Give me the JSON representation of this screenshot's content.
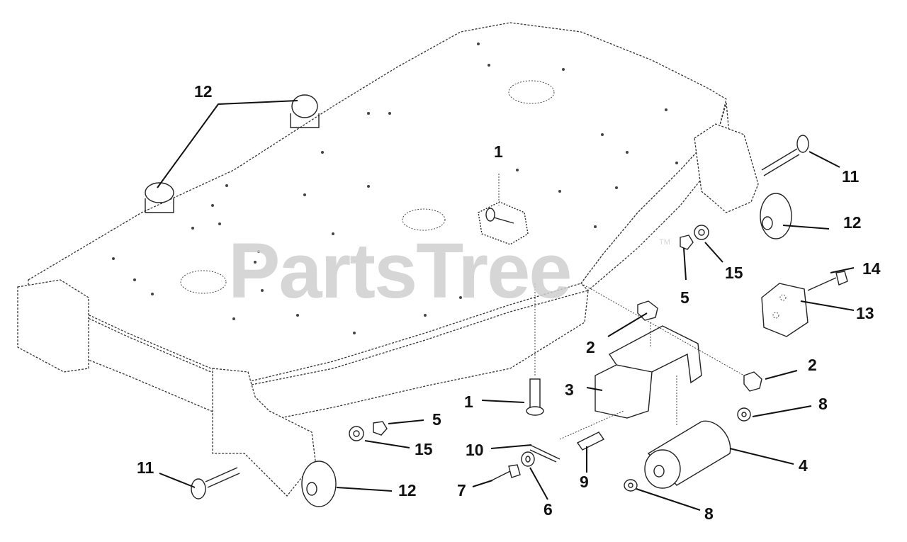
{
  "watermark": {
    "text": "PartsTree",
    "mark": "TM"
  },
  "callouts": [
    {
      "id": "c-12-top",
      "text": "12"
    },
    {
      "id": "c-1-top",
      "text": "1"
    },
    {
      "id": "c-11-right",
      "text": "11"
    },
    {
      "id": "c-12-right",
      "text": "12"
    },
    {
      "id": "c-14",
      "text": "14"
    },
    {
      "id": "c-15-right",
      "text": "15"
    },
    {
      "id": "c-5-right",
      "text": "5"
    },
    {
      "id": "c-13",
      "text": "13"
    },
    {
      "id": "c-2-mid",
      "text": "2"
    },
    {
      "id": "c-2-right",
      "text": "2"
    },
    {
      "id": "c-3",
      "text": "3"
    },
    {
      "id": "c-8-top",
      "text": "8"
    },
    {
      "id": "c-1-bottom",
      "text": "1"
    },
    {
      "id": "c-5-left",
      "text": "5"
    },
    {
      "id": "c-15-left",
      "text": "15"
    },
    {
      "id": "c-10",
      "text": "10"
    },
    {
      "id": "c-4",
      "text": "4"
    },
    {
      "id": "c-11-left",
      "text": "11"
    },
    {
      "id": "c-9",
      "text": "9"
    },
    {
      "id": "c-12-bottom",
      "text": "12"
    },
    {
      "id": "c-7",
      "text": "7"
    },
    {
      "id": "c-6",
      "text": "6"
    },
    {
      "id": "c-8-bottom",
      "text": "8"
    }
  ]
}
